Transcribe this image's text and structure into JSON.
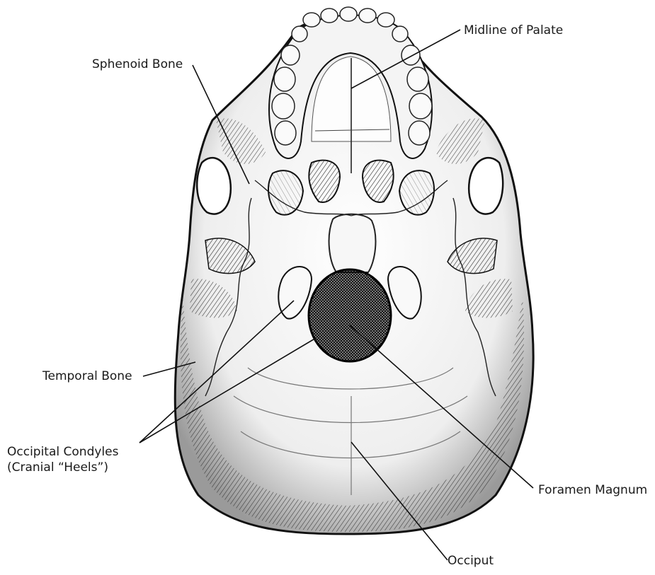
{
  "figure": {
    "labels": {
      "midline_of_palate": "Midline of Palate",
      "sphenoid_bone": "Sphenoid Bone",
      "temporal_bone": "Temporal Bone",
      "occipital_condyles_line1": "Occipital Condyles",
      "occipital_condyles_line2": "(Cranial “Heels”)",
      "foramen_magnum": "Foramen Magnum",
      "occiput": "Occiput"
    }
  }
}
